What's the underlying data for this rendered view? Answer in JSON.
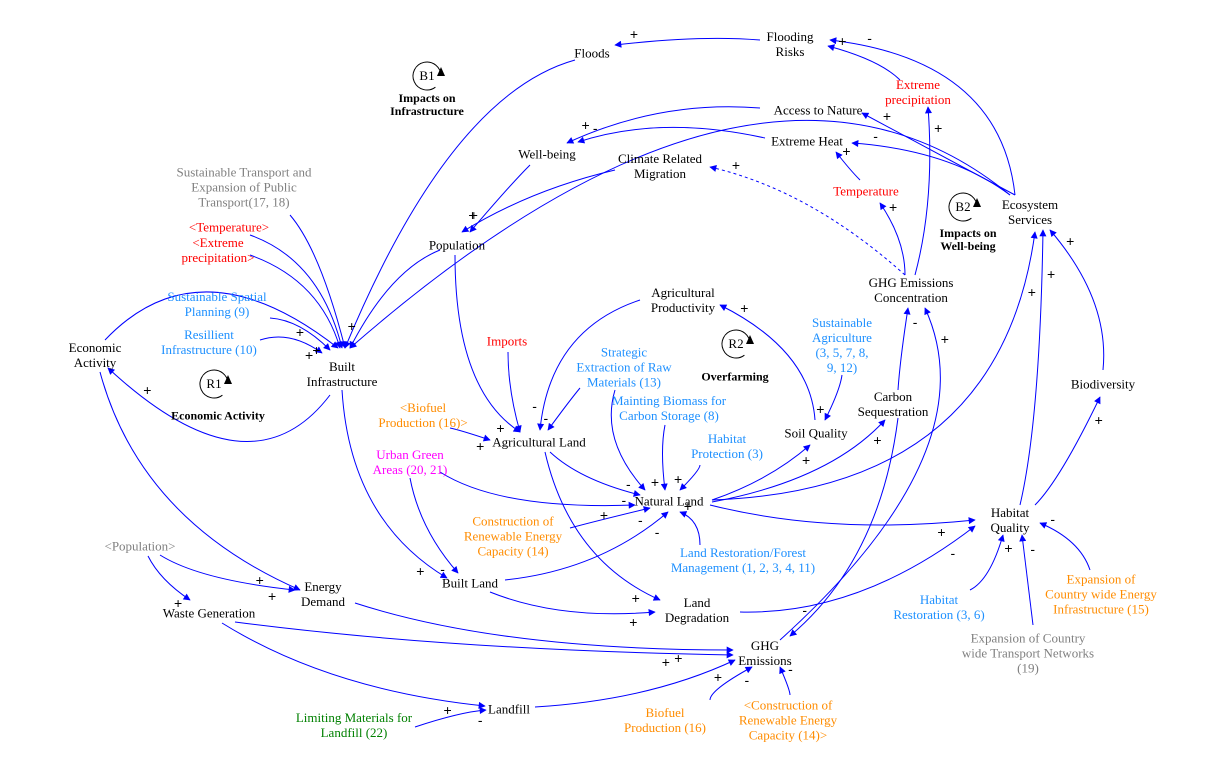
{
  "title": "Causal loop diagram: land use, infrastructure, emissions and ecosystem services",
  "colors": {
    "link": "#0000ff",
    "variable": "#000000",
    "exogenous_red": "#ff0000",
    "policy_blue": "#1e90ff",
    "policy_orange": "#ff8c00",
    "policy_magenta": "#ff00ff",
    "policy_green": "#008000",
    "shadow_gray": "#808080"
  },
  "nodes": [
    {
      "id": "floods",
      "label": "Floods",
      "color": "variable"
    },
    {
      "id": "flooding_risks",
      "label": "Flooding\nRisks",
      "color": "variable"
    },
    {
      "id": "extreme_precip",
      "label": "Extreme\nprecipitation",
      "color": "exogenous_red"
    },
    {
      "id": "access_nature",
      "label": "Access to Nature",
      "color": "variable"
    },
    {
      "id": "extreme_heat",
      "label": "Extreme Heat",
      "color": "variable"
    },
    {
      "id": "well_being",
      "label": "Well-being",
      "color": "variable"
    },
    {
      "id": "climate_migration",
      "label": "Climate Related\nMigration",
      "color": "variable"
    },
    {
      "id": "temperature",
      "label": "Temperature",
      "color": "exogenous_red"
    },
    {
      "id": "ecosystem_services",
      "label": "Ecosystem\nServices",
      "color": "variable"
    },
    {
      "id": "population",
      "label": "Population",
      "color": "variable"
    },
    {
      "id": "ghg_conc",
      "label": "GHG Emissions\nConcentration",
      "color": "variable"
    },
    {
      "id": "sust_transport",
      "label": "Sustainable Transport and\nExpansion of Public\nTransport(17, 18)",
      "color": "shadow_gray"
    },
    {
      "id": "temp_shadow",
      "label": "<Temperature>",
      "color": "exogenous_red"
    },
    {
      "id": "precip_shadow",
      "label": "<Extreme\nprecipitation>",
      "color": "exogenous_red"
    },
    {
      "id": "sust_spatial",
      "label": "Sustainable Spatial\nPlanning (9)",
      "color": "policy_blue"
    },
    {
      "id": "resilient_infra",
      "label": "Resillient\nInfrastructure (10)",
      "color": "policy_blue"
    },
    {
      "id": "economic_activity",
      "label": "Economic\nActivity",
      "color": "variable"
    },
    {
      "id": "built_infra",
      "label": "Built\nInfrastructure",
      "color": "variable"
    },
    {
      "id": "ag_productivity",
      "label": "Agricultural\nProductivity",
      "color": "variable"
    },
    {
      "id": "imports",
      "label": "Imports",
      "color": "exogenous_red"
    },
    {
      "id": "strategic_extraction",
      "label": "Strategic\nExtraction of Raw\nMaterials (13)",
      "color": "policy_blue"
    },
    {
      "id": "sust_agriculture",
      "label": "Sustainable\nAgriculture\n(3, 5, 7, 8,\n9, 12)",
      "color": "policy_blue"
    },
    {
      "id": "maintain_biomass",
      "label": "Mainting Biomass for\nCarbon Storage (8)",
      "color": "policy_blue"
    },
    {
      "id": "biofuel_shadow",
      "label": "<Biofuel\nProduction (16)>",
      "color": "policy_orange"
    },
    {
      "id": "ag_land",
      "label": "Agricultural Land",
      "color": "variable"
    },
    {
      "id": "carbon_seq",
      "label": "Carbon\nSequestration",
      "color": "variable"
    },
    {
      "id": "soil_quality",
      "label": "Soil Quality",
      "color": "variable"
    },
    {
      "id": "biodiversity",
      "label": "Biodiversity",
      "color": "variable"
    },
    {
      "id": "habitat_protection",
      "label": "Habitat\nProtection (3)",
      "color": "policy_blue"
    },
    {
      "id": "urban_green",
      "label": "Urban Green\nAreas (20, 21)",
      "color": "policy_magenta"
    },
    {
      "id": "natural_land",
      "label": "Natural Land",
      "color": "variable"
    },
    {
      "id": "renewable_construction",
      "label": "Construction of\nRenewable Energy\nCapacity (14)",
      "color": "policy_orange"
    },
    {
      "id": "habitat_quality",
      "label": "Habitat\nQuality",
      "color": "variable"
    },
    {
      "id": "land_restoration",
      "label": "Land Restoration/Forest\nManagement (1, 2, 3, 4, 11)",
      "color": "policy_blue"
    },
    {
      "id": "population_shadow",
      "label": "<Population>",
      "color": "shadow_gray"
    },
    {
      "id": "energy_demand",
      "label": "Energy\nDemand",
      "color": "variable"
    },
    {
      "id": "built_land",
      "label": "Built Land",
      "color": "variable"
    },
    {
      "id": "waste_generation",
      "label": "Waste Generation",
      "color": "variable"
    },
    {
      "id": "land_degradation",
      "label": "Land\nDegradation",
      "color": "variable"
    },
    {
      "id": "habitat_restoration",
      "label": "Habitat\nRestoration (3, 6)",
      "color": "policy_blue"
    },
    {
      "id": "expansion_energy_infra",
      "label": "Expansion of\nCountry wide Energy\nInfrastructure (15)",
      "color": "policy_orange"
    },
    {
      "id": "expansion_transport",
      "label": "Expansion of Country\nwide Transport Networks\n(19)",
      "color": "shadow_gray"
    },
    {
      "id": "ghg_emissions",
      "label": "GHG\nEmissions",
      "color": "variable"
    },
    {
      "id": "landfill",
      "label": "Landfill",
      "color": "variable"
    },
    {
      "id": "limiting_materials",
      "label": "Limiting Materials for\nLandfill (22)",
      "color": "policy_green"
    },
    {
      "id": "biofuel_production",
      "label": "Biofuel\nProduction (16)",
      "color": "policy_orange"
    },
    {
      "id": "renewable_shadow",
      "label": "<Construction of\nRenewable Energy\nCapacity (14)>",
      "color": "policy_orange"
    }
  ],
  "loops": [
    {
      "id": "B1",
      "label": "B1",
      "title": "Impacts on\nInfrastructure"
    },
    {
      "id": "B2",
      "label": "B2",
      "title": "Impacts on\nWell-being"
    },
    {
      "id": "R1",
      "label": "R1",
      "title": "Economic Activity"
    },
    {
      "id": "R2",
      "label": "R2",
      "title": "Overfarming"
    }
  ],
  "links": [
    {
      "from": "flooding_risks",
      "to": "floods",
      "polarity": "+"
    },
    {
      "from": "floods",
      "to": "built_infra",
      "polarity": ""
    },
    {
      "from": "ecosystem_services",
      "to": "flooding_risks",
      "polarity": "-"
    },
    {
      "from": "extreme_precip",
      "to": "flooding_risks",
      "polarity": "+"
    },
    {
      "from": "ecosystem_services",
      "to": "access_nature",
      "polarity": "+"
    },
    {
      "from": "ecosystem_services",
      "to": "extreme_heat",
      "polarity": "-"
    },
    {
      "from": "ecosystem_services",
      "to": "built_infra",
      "polarity": ""
    },
    {
      "from": "access_nature",
      "to": "well_being",
      "polarity": "+"
    },
    {
      "from": "extreme_heat",
      "to": "well_being",
      "polarity": "-"
    },
    {
      "from": "temperature",
      "to": "extreme_heat",
      "polarity": "+"
    },
    {
      "from": "ghg_conc",
      "to": "temperature",
      "polarity": "+"
    },
    {
      "from": "ghg_conc",
      "to": "extreme_precip",
      "polarity": "+"
    },
    {
      "from": "ghg_conc",
      "to": "climate_migration",
      "polarity": "+",
      "dashed": true
    },
    {
      "from": "well_being",
      "to": "population",
      "polarity": "+"
    },
    {
      "from": "climate_migration",
      "to": "population",
      "polarity": "+"
    },
    {
      "from": "population",
      "to": "built_infra",
      "polarity": "+"
    },
    {
      "from": "population",
      "to": "ag_land",
      "polarity": "+"
    },
    {
      "from": "sust_transport",
      "to": "built_infra",
      "polarity": ""
    },
    {
      "from": "temp_shadow",
      "to": "built_infra",
      "polarity": ""
    },
    {
      "from": "precip_shadow",
      "to": "built_infra",
      "polarity": ""
    },
    {
      "from": "sust_spatial",
      "to": "built_infra",
      "polarity": "+"
    },
    {
      "from": "resilient_infra",
      "to": "built_infra",
      "polarity": "+"
    },
    {
      "from": "economic_activity",
      "to": "built_infra",
      "polarity": "+"
    },
    {
      "from": "built_infra",
      "to": "economic_activity",
      "polarity": "+"
    },
    {
      "from": "built_infra",
      "to": "built_land",
      "polarity": "+"
    },
    {
      "from": "economic_activity",
      "to": "energy_demand",
      "polarity": "+"
    },
    {
      "from": "imports",
      "to": "ag_land",
      "polarity": ""
    },
    {
      "from": "ag_productivity",
      "to": "ag_land",
      "polarity": "-"
    },
    {
      "from": "strategic_extraction",
      "to": "ag_land",
      "polarity": "-"
    },
    {
      "from": "biofuel_shadow",
      "to": "ag_land",
      "polarity": "+"
    },
    {
      "from": "soil_quality",
      "to": "ag_productivity",
      "polarity": "+"
    },
    {
      "from": "sust_agriculture",
      "to": "soil_quality",
      "polarity": "+"
    },
    {
      "from": "natural_land",
      "to": "soil_quality",
      "polarity": "+"
    },
    {
      "from": "natural_land",
      "to": "carbon_seq",
      "polarity": "+"
    },
    {
      "from": "natural_land",
      "to": "habitat_quality",
      "polarity": "+"
    },
    {
      "from": "natural_land",
      "to": "ecosystem_services",
      "polarity": "+"
    },
    {
      "from": "carbon_seq",
      "to": "ghg_conc",
      "polarity": "-"
    },
    {
      "from": "ghg_emissions",
      "to": "ghg_conc",
      "polarity": "+"
    },
    {
      "from": "carbon_seq",
      "to": "ghg_emissions",
      "polarity": "-"
    },
    {
      "from": "ag_land",
      "to": "natural_land",
      "polarity": "-"
    },
    {
      "from": "ag_land",
      "to": "land_degradation",
      "polarity": "+"
    },
    {
      "from": "strategic_extraction",
      "to": "natural_land",
      "polarity": "-"
    },
    {
      "from": "maintain_biomass",
      "to": "natural_land",
      "polarity": "+"
    },
    {
      "from": "habitat_protection",
      "to": "natural_land",
      "polarity": "+"
    },
    {
      "from": "urban_green",
      "to": "natural_land",
      "polarity": "+"
    },
    {
      "from": "urban_green",
      "to": "built_land",
      "polarity": "-"
    },
    {
      "from": "renewable_construction",
      "to": "natural_land",
      "polarity": "-"
    },
    {
      "from": "built_land",
      "to": "natural_land",
      "polarity": "-"
    },
    {
      "from": "land_restoration",
      "to": "natural_land",
      "polarity": "+"
    },
    {
      "from": "built_land",
      "to": "land_degradation",
      "polarity": "+"
    },
    {
      "from": "land_degradation",
      "to": "habitat_quality",
      "polarity": "-"
    },
    {
      "from": "habitat_restoration",
      "to": "habitat_quality",
      "polarity": "+"
    },
    {
      "from": "expansion_transport",
      "to": "habitat_quality",
      "polarity": "-"
    },
    {
      "from": "expansion_energy_infra",
      "to": "habitat_quality",
      "polarity": "-"
    },
    {
      "from": "habitat_quality",
      "to": "biodiversity",
      "polarity": "+"
    },
    {
      "from": "habitat_quality",
      "to": "ecosystem_services",
      "polarity": "+"
    },
    {
      "from": "biodiversity",
      "to": "ecosystem_services",
      "polarity": "+"
    },
    {
      "from": "population_shadow",
      "to": "energy_demand",
      "polarity": "+"
    },
    {
      "from": "population_shadow",
      "to": "waste_generation",
      "polarity": "+"
    },
    {
      "from": "energy_demand",
      "to": "ghg_emissions",
      "polarity": "+"
    },
    {
      "from": "waste_generation",
      "to": "ghg_emissions",
      "polarity": "+"
    },
    {
      "from": "waste_generation",
      "to": "landfill",
      "polarity": "+"
    },
    {
      "from": "landfill",
      "to": "ghg_emissions",
      "polarity": "+"
    },
    {
      "from": "limiting_materials",
      "to": "landfill",
      "polarity": "-"
    },
    {
      "from": "biofuel_production",
      "to": "ghg_emissions",
      "polarity": "-"
    },
    {
      "from": "renewable_shadow",
      "to": "ghg_emissions",
      "polarity": "-"
    }
  ]
}
